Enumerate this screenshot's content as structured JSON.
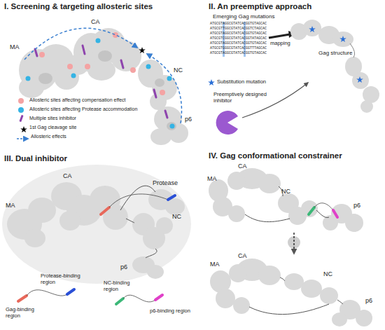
{
  "diagram": {
    "labels": [
      "I. Screening & targeting allosteric sites",
      "CA",
      "MA",
      "NC",
      "p6",
      "II. An preemptive approach",
      "Emerging Gag mutations",
      "ATGCGTAGGCGTATCACGGTGTAGCAC",
      "ATGCGTTGGCGTATCACGGTCTAGCAC",
      "ATGCGTAGGCGTATCACGGTGTAGCAC",
      "ATGCGTCGGCGTATCACGGTATAGCAC",
      "ATGCGTAGGCGTATCACGGTGTAGCAC",
      "ATGCGTGGGCGTATCACGGTTTAGCAC",
      "ATGCGTAGGCGTATCACGGTGTAGCAC",
      "mapping",
      "Gag structure",
      "Preemptively designed inhibitor",
      "III. Dual inhibitor",
      "CA",
      "Protease",
      "MA",
      "NC",
      "p6",
      "Protease-binding region",
      "Gag-binding region",
      "NC-binding region",
      "p6-binding region",
      "IV. Gag conformational constrainer",
      "CA",
      "MA",
      "NC",
      "p6",
      "CA",
      "MA",
      "NC",
      "p6"
    ],
    "legend": [
      {
        "text": "Allosteric sites affecting compensation effect",
        "color": "#f4a3a3"
      },
      {
        "text": "Allosteric sites affecting Protease accommodation",
        "color": "#34b3e4"
      },
      {
        "text": "Multiple sites inhibitor",
        "color": "#8e44ad"
      },
      {
        "text": "1st Gag cleavage site"
      },
      {
        "text": "Allosteric effects"
      },
      {
        "text": "Substitution mutation"
      }
    ]
  }
}
